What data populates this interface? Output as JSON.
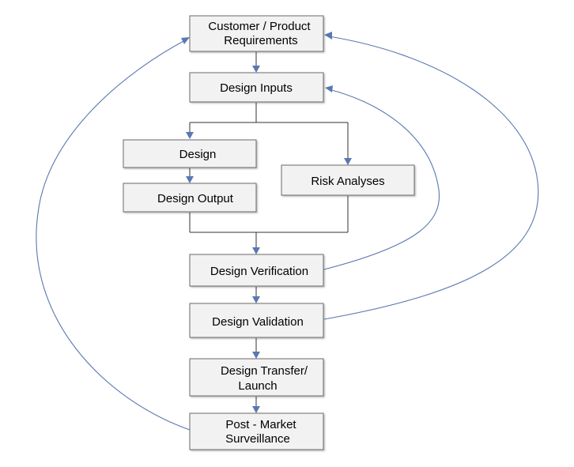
{
  "diagram": {
    "nodes": {
      "customer_requirements": {
        "line1": "Customer / Product",
        "line2": "Requirements"
      },
      "design_inputs": {
        "label": "Design Inputs"
      },
      "design": {
        "label": "Design"
      },
      "risk_analyses": {
        "label": "Risk Analyses"
      },
      "design_output": {
        "label": "Design Output"
      },
      "design_verification": {
        "label": "Design Verification"
      },
      "design_validation": {
        "label": "Design Validation"
      },
      "design_transfer": {
        "line1": "Design Transfer/",
        "line2": "Launch"
      },
      "post_market": {
        "line1": "Post - Market",
        "line2": "Surveillance"
      }
    },
    "colors": {
      "box_fill": "#f2f2f2",
      "box_border": "#6b6b6b",
      "connector": "#333333",
      "arrow": "#5a78b0"
    }
  }
}
